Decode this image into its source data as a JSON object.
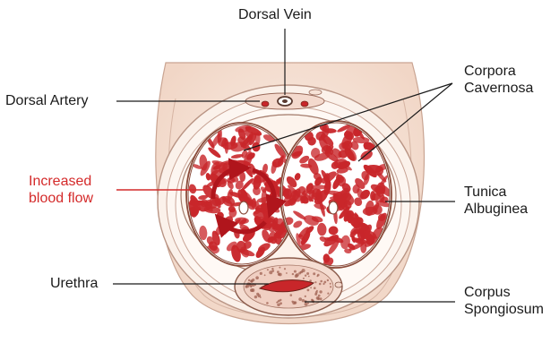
{
  "colors": {
    "accent": "#d42a2a",
    "tissue": "#c8262a",
    "outline": "#8a4b3a",
    "skin": "#f7e4d8",
    "leader": "#1a1a1a"
  },
  "labels": {
    "dorsal_vein": "Dorsal Vein",
    "dorsal_artery": "Dorsal Artery",
    "corpora_cavernosa": "Corpora\nCavernosa",
    "increased_blood_flow": "Increased\nblood flow",
    "tunica_albuginea": "Tunica\nAlbuginea",
    "urethra": "Urethra",
    "corpus_spongiosum": "Corpus\nSpongiosum"
  }
}
